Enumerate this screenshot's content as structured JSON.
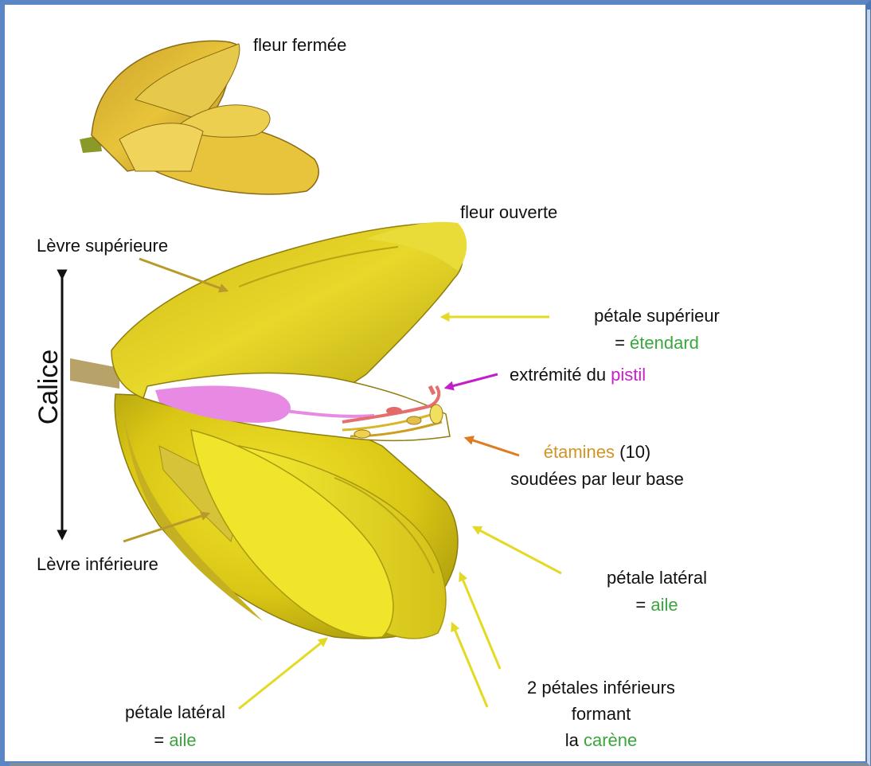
{
  "labels": {
    "fleur_fermee": "fleur fermée",
    "fleur_ouverte": "fleur ouverte",
    "levre_superieure": "Lèvre supérieure",
    "levre_inferieure": "Lèvre inférieure",
    "calice": "Calice",
    "petale_superieur": "pétale supérieur",
    "etendard_eq": "= ",
    "etendard": "étendard",
    "extremite_du": "extrémité du ",
    "pistil": "pistil",
    "etamines": "étamines",
    "etamines_count": " (10)",
    "soudees": "soudées par leur base",
    "lateral_right": "pétale latéral",
    "aile_right_eq": "= ",
    "aile_right": "aile",
    "lateral_left": "pétale latéral",
    "aile_left_eq": "= ",
    "aile_left": "aile",
    "inferieurs_line1": "2 pétales inférieurs",
    "inferieurs_line2": "formant",
    "carene_prefix": "la ",
    "carene": "carène"
  },
  "colors": {
    "frame": "#5b86c4",
    "green_term": "#3aa63e",
    "pink_term": "#c81fc8",
    "orange_term": "#d29424",
    "petal_yellow": "#e6d81a",
    "pistil_pink": "#e88ae3",
    "arrow_olive": "#b89a2a",
    "arrow_yellow": "#e9e02c",
    "arrow_magenta": "#c21ec9",
    "arrow_orange": "#e07b22"
  }
}
